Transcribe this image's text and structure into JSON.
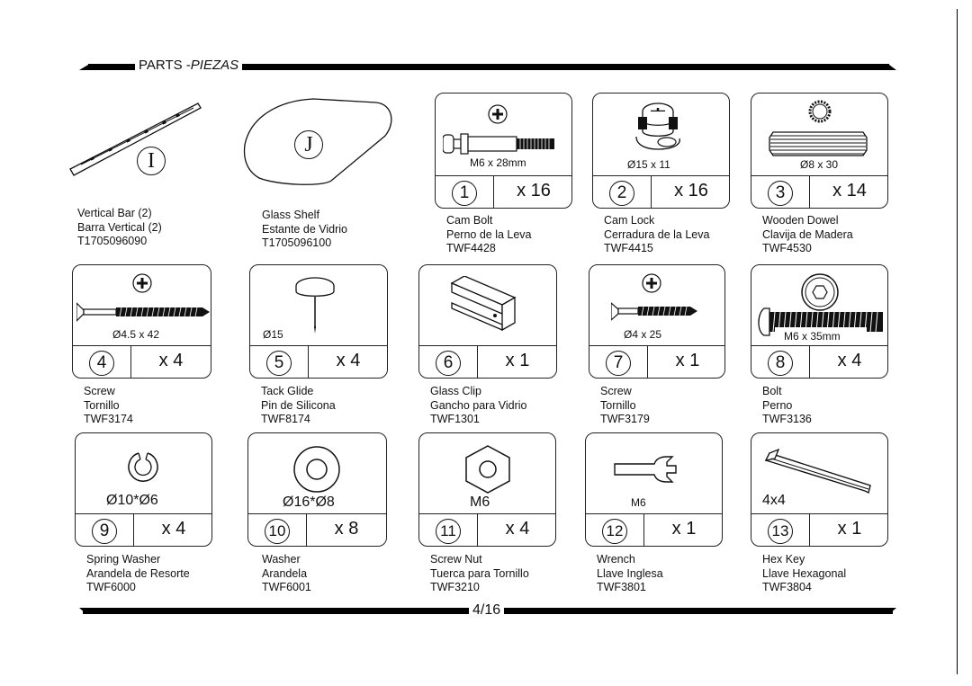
{
  "header": {
    "title": "PARTS -",
    "title_italic": "PIEZAS"
  },
  "page_number": "4/16",
  "large_parts": [
    {
      "letter": "I",
      "name_en": "Vertical Bar (2)",
      "name_es": "Barra Vertical (2)",
      "code": "T1705096090"
    },
    {
      "letter": "J",
      "name_en": "Glass Shelf",
      "name_es": "Estante de Vidrio",
      "code": "T1705096100"
    }
  ],
  "parts": [
    {
      "num": "1",
      "qty": "x 16",
      "dim": "M6 x 28mm",
      "name_en": "Cam Bolt",
      "name_es": "Perno de la Leva",
      "code": "TWF4428"
    },
    {
      "num": "2",
      "qty": "x 16",
      "dim": "Ø15 x 11",
      "name_en": "Cam Lock",
      "name_es": "Cerradura de la Leva",
      "code": "TWF4415"
    },
    {
      "num": "3",
      "qty": "x 14",
      "dim": "Ø8 x 30",
      "name_en": "Wooden Dowel",
      "name_es": "Clavija de Madera",
      "code": "TWF4530"
    },
    {
      "num": "4",
      "qty": "x 4",
      "dim": "Ø4.5 x 42",
      "name_en": "Screw",
      "name_es": "Tornillo",
      "code": "TWF3174"
    },
    {
      "num": "5",
      "qty": "x 4",
      "dim": "Ø15",
      "name_en": "Tack Glide",
      "name_es": "Pin de Silicona",
      "code": "TWF8174"
    },
    {
      "num": "6",
      "qty": "x 1",
      "dim": "",
      "name_en": "Glass Clip",
      "name_es": "Gancho para Vidrio",
      "code": "TWF1301"
    },
    {
      "num": "7",
      "qty": "x 1",
      "dim": "Ø4 x 25",
      "name_en": "Screw",
      "name_es": "Tornillo",
      "code": "TWF3179"
    },
    {
      "num": "8",
      "qty": "x 4",
      "dim": "M6 x 35mm",
      "name_en": "Bolt",
      "name_es": "Perno",
      "code": "TWF3136"
    },
    {
      "num": "9",
      "qty": "x 4",
      "dim": "Ø10*Ø6",
      "name_en": "Spring Washer",
      "name_es": "Arandela de Resorte",
      "code": "TWF6000"
    },
    {
      "num": "10",
      "qty": "x 8",
      "dim": "Ø16*Ø8",
      "name_en": "Washer",
      "name_es": "Arandela",
      "code": "TWF6001"
    },
    {
      "num": "11",
      "qty": "x 4",
      "dim": "M6",
      "name_en": "Screw Nut",
      "name_es": "Tuerca para Tornillo",
      "code": "TWF3210"
    },
    {
      "num": "12",
      "qty": "x 1",
      "dim": "M6",
      "name_en": "Wrench",
      "name_es": "Llave Inglesa",
      "code": "TWF3801"
    },
    {
      "num": "13",
      "qty": "x 1",
      "dim": "4x4",
      "name_en": "Hex Key",
      "name_es": "Llave Hexagonal",
      "code": "TWF3804"
    }
  ]
}
